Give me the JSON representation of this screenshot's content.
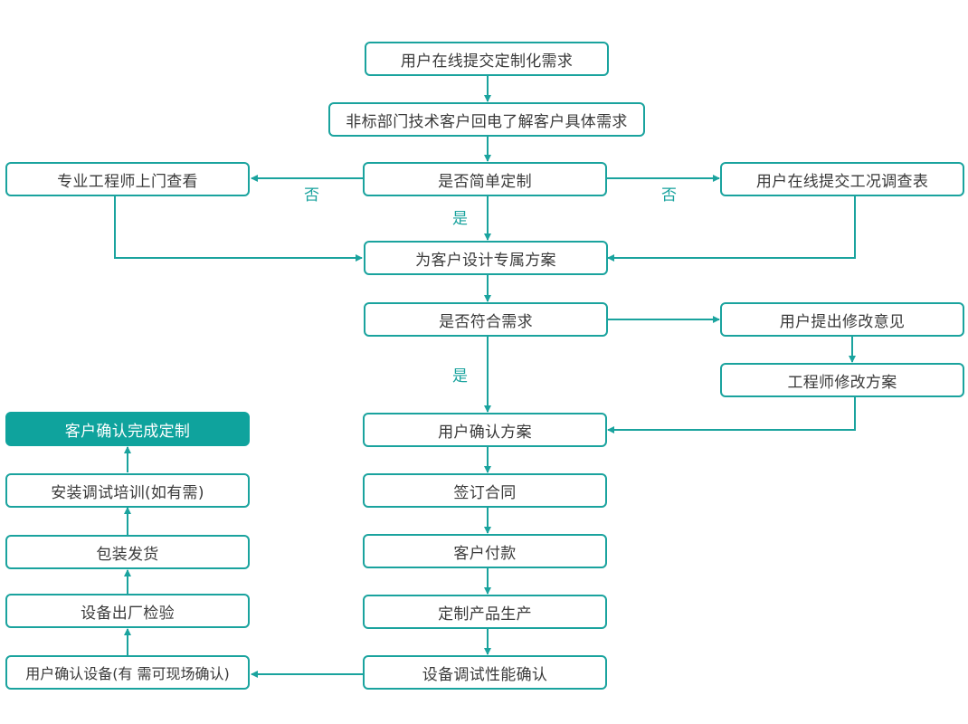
{
  "nodes": {
    "n1": "用户在线提交定制化需求",
    "n2": "非标部门技术客户回电了解客户具体需求",
    "n3": "是否简单定制",
    "n4": "专业工程师上门查看",
    "n5": "用户在线提交工况调查表",
    "n6": "为客户设计专属方案",
    "n7": "是否符合需求",
    "n8": "用户提出修改意见",
    "n9": "工程师修改方案",
    "n10": "用户确认方案",
    "n11": "签订合同",
    "n12": "客户付款",
    "n13": "定制产品生产",
    "n14": "设备调试性能确认",
    "n15": "用户确认设备(有 需可现场确认)",
    "n16": "设备出厂检验",
    "n17": "包装发货",
    "n18": "安装调试培训(如有需)",
    "n19": "客户确认完成定制"
  },
  "edge_labels": {
    "no": "否",
    "yes": "是"
  },
  "colors": {
    "accent": "#1aa39e",
    "final_fill": "#0fa39d"
  }
}
